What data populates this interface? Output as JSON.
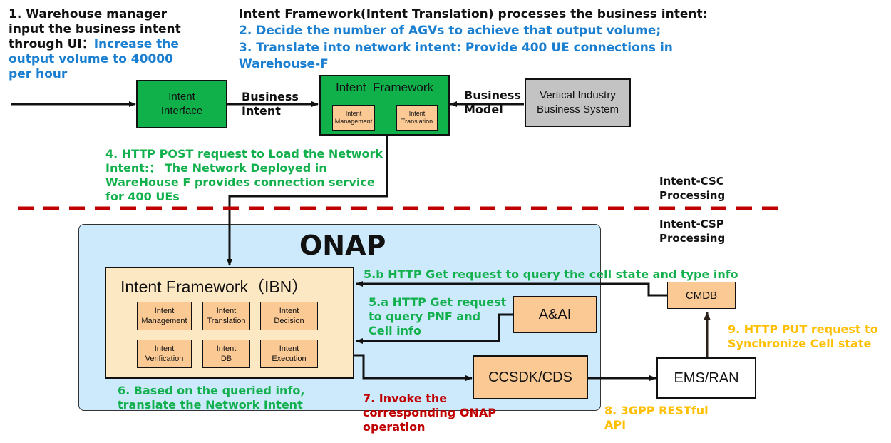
{
  "notes": {
    "step1_black": "1. Warehouse manager input the business intent through UI：",
    "step1_line1": "1. Warehouse manager",
    "step1_line2": "input the business intent",
    "step1_line3_black": "through UI：",
    "step1_line3_blue": "Increase the",
    "step1_line4": "output volume to 40000",
    "step1_line5": "per hour",
    "framework_heading": "Intent Framework(Intent Translation) processes the business intent:",
    "step2": "2. Decide the number of AGVs to achieve that output volume;",
    "step3_line1": "3. Translate into network intent: Provide 400 UE connections in",
    "step3_line2": "Warehouse-F",
    "business_intent_line1": "Business",
    "business_intent_line2": "Intent",
    "business_model_line1": "Business",
    "business_model_line2": "Model",
    "step4_line1": "4. HTTP POST request to Load the Network",
    "step4_line2": "Intent:： The Network Deployed in",
    "step4_line3": "WareHouse F provides connection service",
    "step4_line4": "for 400 UEs",
    "csc_line1": "Intent-CSC",
    "csc_line2": "Processing",
    "csp_line1": "Intent-CSP",
    "csp_line2": "Processing",
    "step5b": "5.b HTTP Get request to query the cell state and type info",
    "step5a_line1": "5.a HTTP Get request",
    "step5a_line2": "to query PNF and",
    "step5a_line3": "Cell info",
    "step6_line1": "6. Based on the queried info,",
    "step6_line2": "translate the Network Intent",
    "step7_line1": "7. Invoke the",
    "step7_line2": "corresponding ONAP",
    "step7_line3": "operation",
    "step8_line1": "8. 3GPP RESTful",
    "step8_line2": "API",
    "step9_line1": "9. HTTP PUT request to",
    "step9_line2": "Synchronize Cell state"
  },
  "boxes": {
    "intent_interface": {
      "line1": "Intent",
      "line2": "Interface"
    },
    "intent_framework_top": {
      "title": "Intent  Framework",
      "modules": [
        {
          "line1": "Intent",
          "line2": "Management"
        },
        {
          "line1": "Intent",
          "line2": "Translation"
        }
      ]
    },
    "vertical_industry": {
      "line1": "Vertical Industry",
      "line2": "Business System"
    },
    "onap": {
      "title": "ONAP"
    },
    "ibn": {
      "title": "Intent Framework（IBN）",
      "modules": [
        {
          "line1": "Intent",
          "line2": "Management"
        },
        {
          "line1": "Intent",
          "line2": "Translation"
        },
        {
          "line1": "Intent",
          "line2": "Decision"
        },
        {
          "line1": "Intent",
          "line2": "Verification"
        },
        {
          "line1": "Intent",
          "line2": "DB"
        },
        {
          "line1": "Intent",
          "line2": "Execution"
        }
      ]
    },
    "aai": {
      "label": "A&AI"
    },
    "cmdb": {
      "label": "CMDB"
    },
    "ccsdk": {
      "label": "CCSDK/CDS"
    },
    "ems": {
      "label": "EMS/RAN"
    }
  },
  "colors": {
    "blue_text": "#1a7fd0",
    "green_text": "#12b04c",
    "red_text": "#c00000",
    "orange_text": "#ffbf00",
    "green_box": "#10b04a",
    "peach_box": "#fac994",
    "onap_bg": "#cdeafd",
    "ibn_bg": "#fde8c4",
    "gray_box": "#c3c3c3",
    "divider": "#c00000"
  }
}
